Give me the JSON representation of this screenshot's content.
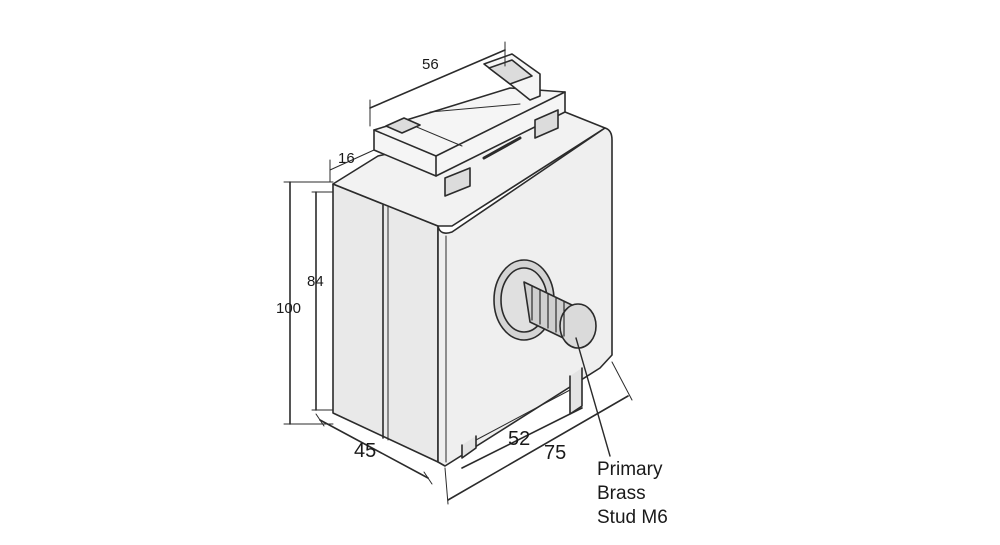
{
  "dimensions": {
    "top_width": "56",
    "terminal_depth": "16",
    "height_inner": "84",
    "height_overall": "100",
    "depth": "45",
    "base_inner": "52",
    "base_overall": "75"
  },
  "callout": {
    "line1": "Primary",
    "line2": "Brass",
    "line3": "Stud M6"
  },
  "colors": {
    "ink": "#2b2b2b",
    "body": "#ededed",
    "shade": "#d9d9d9",
    "stud": "#cfcfcf"
  }
}
